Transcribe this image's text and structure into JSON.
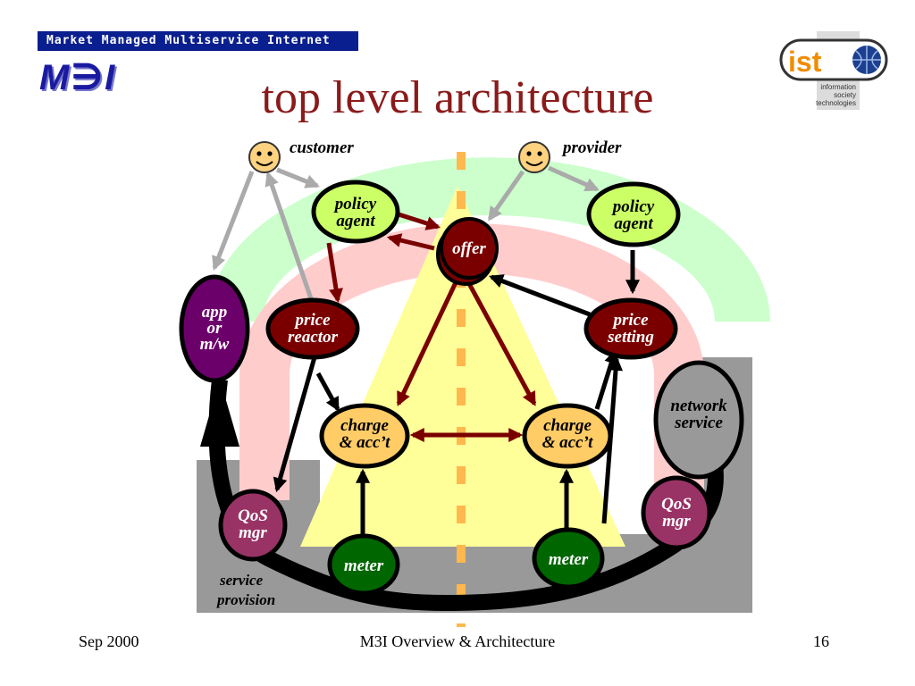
{
  "header": {
    "banner": "Market Managed Multiservice Internet",
    "logo": "M∋I",
    "title": "top level architecture"
  },
  "ist_logo": {
    "mark": "ist",
    "caption_lines": [
      "information",
      "society",
      "technologies"
    ]
  },
  "diagram": {
    "actors": {
      "customer": "customer",
      "provider": "provider"
    },
    "nodes": {
      "policy_agent_customer": [
        "policy",
        "agent"
      ],
      "policy_agent_provider": [
        "policy",
        "agent"
      ],
      "offer": "offer",
      "app_or_mw": [
        "app",
        "or",
        "m/w"
      ],
      "price_reactor": [
        "price",
        "reactor"
      ],
      "price_setting": [
        "price",
        "setting"
      ],
      "network_service": [
        "network",
        "service"
      ],
      "charge_acct_left": [
        "charge",
        "& acc’t"
      ],
      "charge_acct_right": [
        "charge",
        "& acc’t"
      ],
      "qos_mgr_left": [
        "QoS",
        "mgr"
      ],
      "qos_mgr_right": [
        "QoS",
        "mgr"
      ],
      "meter_left": "meter",
      "meter_right": "meter"
    },
    "service_provision": [
      "service",
      "provision"
    ],
    "colors": {
      "maroon": "#7a0000",
      "purple": "#6b006b",
      "qos": "#993366",
      "lime": "#ccff66",
      "orange": "#ffcc66",
      "green": "#006600",
      "gray": "#999999",
      "yellow": "#ffff99",
      "pink": "#ffcccc",
      "mint": "#ccffcc"
    }
  },
  "footer": {
    "date": "Sep 2000",
    "center": "M3I Overview & Architecture",
    "page": "16"
  }
}
